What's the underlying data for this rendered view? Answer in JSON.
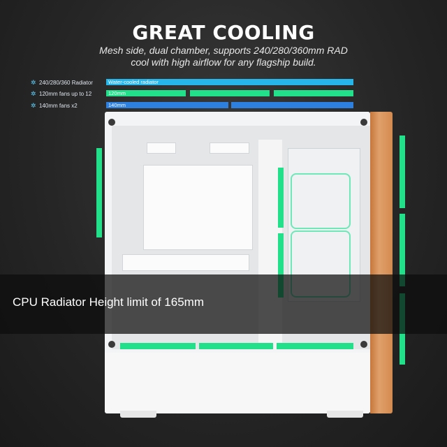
{
  "header": {
    "title": "GREAT COOLING",
    "subtitle_line1": "Mesh side, dual chamber, supports 240/280/360mm RAD",
    "subtitle_line2": "cool with high airflow for any flagship build."
  },
  "legend": [
    {
      "icon": "snowflake-icon",
      "label": "240/280/360 Radiator"
    },
    {
      "icon": "snowflake-icon",
      "label": "120mm fans up to 12"
    },
    {
      "icon": "snowflake-icon",
      "label": "140mm fans x2"
    }
  ],
  "bars": {
    "water_cooled": "Water-cooled radiator",
    "fan120": "120mm",
    "fan140": "140mm"
  },
  "note": "CPU Radiator Height limit of 165mm",
  "colors": {
    "radiator_bar": "#27b6ea",
    "fan120_bar": "#22e08a",
    "fan140_bar": "#2d7fe0",
    "wood_front": "#d48a4f"
  }
}
